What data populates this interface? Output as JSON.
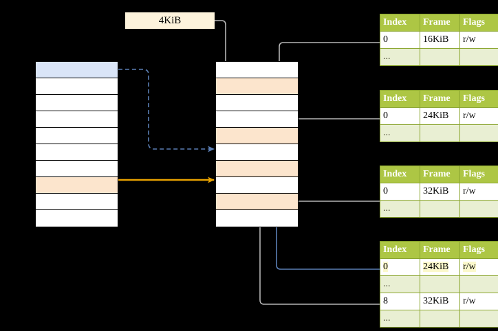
{
  "diagram": {
    "title_label": "4KiB",
    "page_size_note": "4KiB"
  },
  "columns": {
    "virtual": {
      "name": "virtual-address-space",
      "rows": [
        {
          "fill": "blue"
        },
        {
          "fill": "white"
        },
        {
          "fill": "white"
        },
        {
          "fill": "white"
        },
        {
          "fill": "white"
        },
        {
          "fill": "white"
        },
        {
          "fill": "white"
        },
        {
          "fill": "orange"
        },
        {
          "fill": "white"
        },
        {
          "fill": "white"
        }
      ]
    },
    "physical": {
      "name": "physical-memory",
      "rows": [
        {
          "fill": "white"
        },
        {
          "fill": "orange"
        },
        {
          "fill": "white"
        },
        {
          "fill": "white"
        },
        {
          "fill": "orange"
        },
        {
          "fill": "white"
        },
        {
          "fill": "orange"
        },
        {
          "fill": "white"
        },
        {
          "fill": "orange"
        },
        {
          "fill": "white"
        }
      ]
    }
  },
  "page_tables": [
    {
      "id": "page-table-1",
      "headers": [
        "Index",
        "Frame",
        "Flags"
      ],
      "rows": [
        {
          "cells": [
            "0",
            "16KiB",
            "r/w"
          ],
          "alt": false,
          "highlight": []
        },
        {
          "cells": [
            "...",
            "",
            ""
          ],
          "alt": true,
          "highlight": []
        }
      ]
    },
    {
      "id": "page-table-2",
      "headers": [
        "Index",
        "Frame",
        "Flags"
      ],
      "rows": [
        {
          "cells": [
            "0",
            "24KiB",
            "r/w"
          ],
          "alt": false,
          "highlight": []
        },
        {
          "cells": [
            "...",
            "",
            ""
          ],
          "alt": true,
          "highlight": []
        }
      ]
    },
    {
      "id": "page-table-3",
      "headers": [
        "Index",
        "Frame",
        "Flags"
      ],
      "rows": [
        {
          "cells": [
            "0",
            "32KiB",
            "r/w"
          ],
          "alt": false,
          "highlight": []
        },
        {
          "cells": [
            "...",
            "",
            ""
          ],
          "alt": true,
          "highlight": []
        }
      ]
    },
    {
      "id": "page-table-4",
      "headers": [
        "Index",
        "Frame",
        "Flags"
      ],
      "rows": [
        {
          "cells": [
            "0",
            "24KiB",
            "r/w"
          ],
          "alt": false,
          "highlight": [
            1,
            2
          ]
        },
        {
          "cells": [
            "...",
            "",
            ""
          ],
          "alt": true,
          "highlight": []
        },
        {
          "cells": [
            "8",
            "32KiB",
            "r/w"
          ],
          "alt": false,
          "highlight": []
        },
        {
          "cells": [
            "...",
            "",
            ""
          ],
          "alt": true,
          "highlight": []
        }
      ]
    }
  ],
  "colors": {
    "header_green": "#adc644",
    "alt_row": "#e9efd3",
    "highlight_blue": "#dae5f7",
    "highlight_orange": "#fce5cd",
    "highlight_yellow": "#fbf8cc",
    "label_cream": "#fdf3dc",
    "arrow_orange": "#e8a200",
    "arrow_blue": "#6688bb",
    "wire_gray": "#b5b5b5",
    "background": "#000000"
  }
}
